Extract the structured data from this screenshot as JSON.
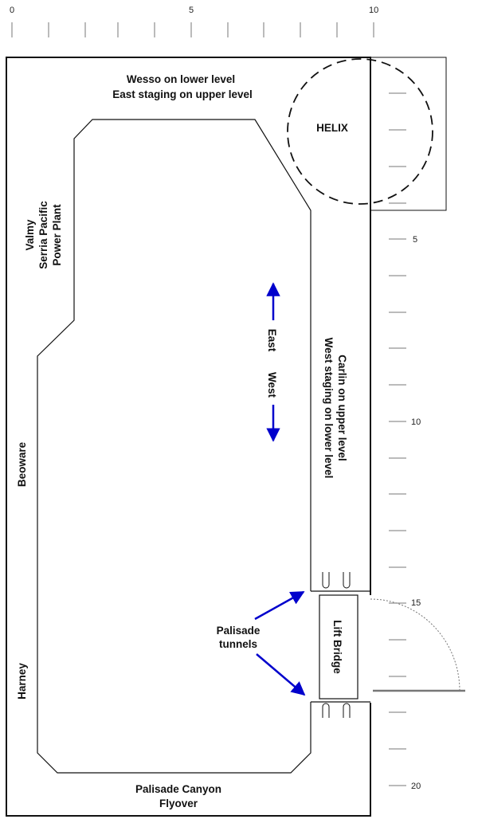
{
  "ruler_top": {
    "labels": [
      "0",
      "5",
      "10"
    ]
  },
  "ruler_right": {
    "labels": [
      "5",
      "10",
      "15",
      "20"
    ]
  },
  "labels": {
    "wesso_line1": "Wesso on lower level",
    "wesso_line2": "East staging on upper level",
    "helix": "HELIX",
    "valmy_line1": "Valmy",
    "valmy_line2": "Serria Pacific",
    "valmy_line3": "Power Plant",
    "east": "East",
    "west": "West",
    "carlin_line1": "Carlin on upper level",
    "carlin_line2": "West staging on lower level",
    "beoware": "Beoware",
    "harney": "Harney",
    "palisade_tunnels_line1": "Palisade",
    "palisade_tunnels_line2": "tunnels",
    "lift_bridge": "Lift Bridge",
    "flyover_line1": "Palisade Canyon",
    "flyover_line2": "Flyover"
  },
  "colors": {
    "arrow": "#0000cc",
    "line": "#111111",
    "tick": "#777777"
  }
}
